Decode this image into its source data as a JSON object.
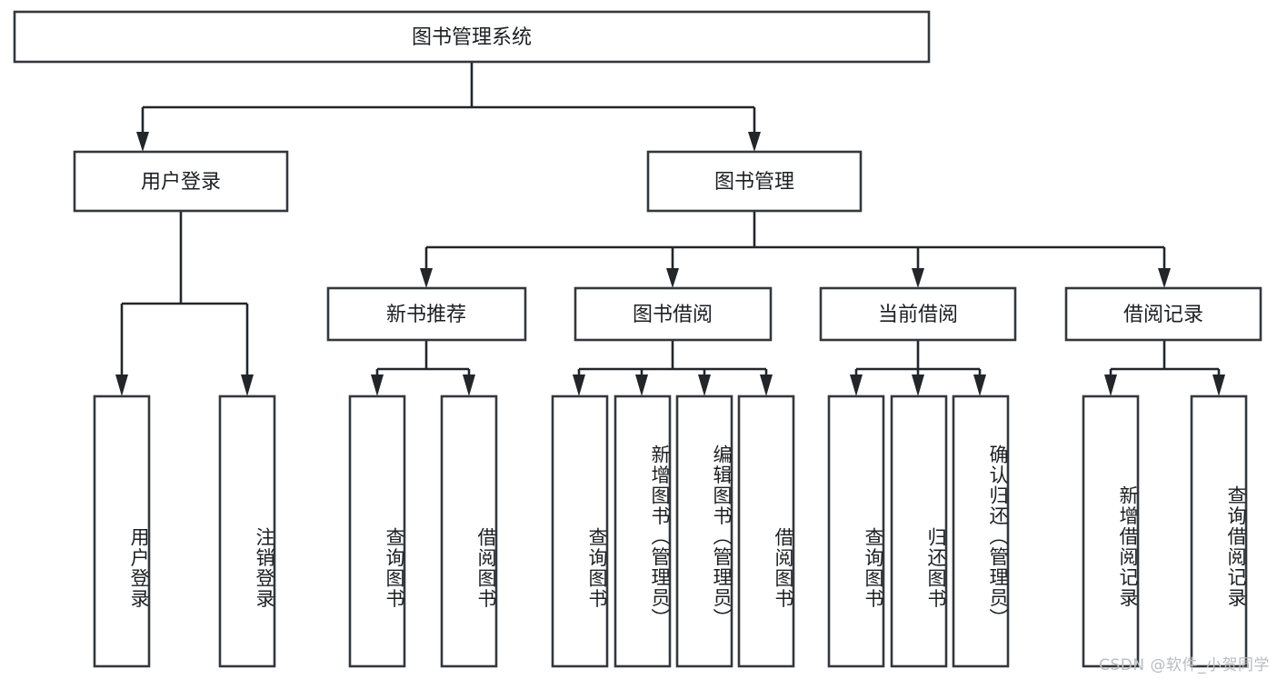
{
  "diagram": {
    "type": "tree-hierarchy-chart",
    "title": "图书管理系统",
    "orientation": "top-down",
    "colors": {
      "box_fill": "#ffffff",
      "box_stroke": "#33383d",
      "connector": "#22262a",
      "text": "#1c1f22",
      "watermark": "#b9bcc0",
      "background": "#ffffff"
    },
    "root": {
      "label": "图书管理系统",
      "name": "root-node"
    },
    "level2": [
      {
        "label": "用户登录",
        "name": "node-user-login"
      },
      {
        "label": "图书管理",
        "name": "node-book-management"
      }
    ],
    "level3": [
      {
        "label": "新书推荐",
        "name": "node-new-book-recommend"
      },
      {
        "label": "图书借阅",
        "name": "node-book-borrow"
      },
      {
        "label": "当前借阅",
        "name": "node-current-borrow"
      },
      {
        "label": "借阅记录",
        "name": "node-borrow-record"
      }
    ],
    "leaves": {
      "user_login": [
        {
          "label": "用户登录",
          "name": "leaf-user-login"
        },
        {
          "label": "注销登录",
          "name": "leaf-user-logout"
        }
      ],
      "new_book_recommend": [
        {
          "label": "查询图书",
          "name": "leaf-query-book-recommend"
        },
        {
          "label": "借阅图书",
          "name": "leaf-borrow-book-recommend"
        }
      ],
      "book_borrow": [
        {
          "label": "查询图书",
          "name": "leaf-query-book-borrow"
        },
        {
          "label": "新增图书（管理员）",
          "name": "leaf-add-book-admin"
        },
        {
          "label": "编辑图书（管理员）",
          "name": "leaf-edit-book-admin"
        },
        {
          "label": "借阅图书",
          "name": "leaf-borrow-book"
        }
      ],
      "current_borrow": [
        {
          "label": "查询图书",
          "name": "leaf-query-book-current"
        },
        {
          "label": "归还图书",
          "name": "leaf-return-book"
        },
        {
          "label": "确认归还（管理员）",
          "name": "leaf-confirm-return-admin"
        }
      ],
      "borrow_record": [
        {
          "label": "新增借阅记录",
          "name": "leaf-add-borrow-record"
        },
        {
          "label": "查询借阅记录",
          "name": "leaf-query-borrow-record"
        }
      ]
    }
  },
  "watermark": {
    "text": "CSDN @软件_小贺同学"
  }
}
